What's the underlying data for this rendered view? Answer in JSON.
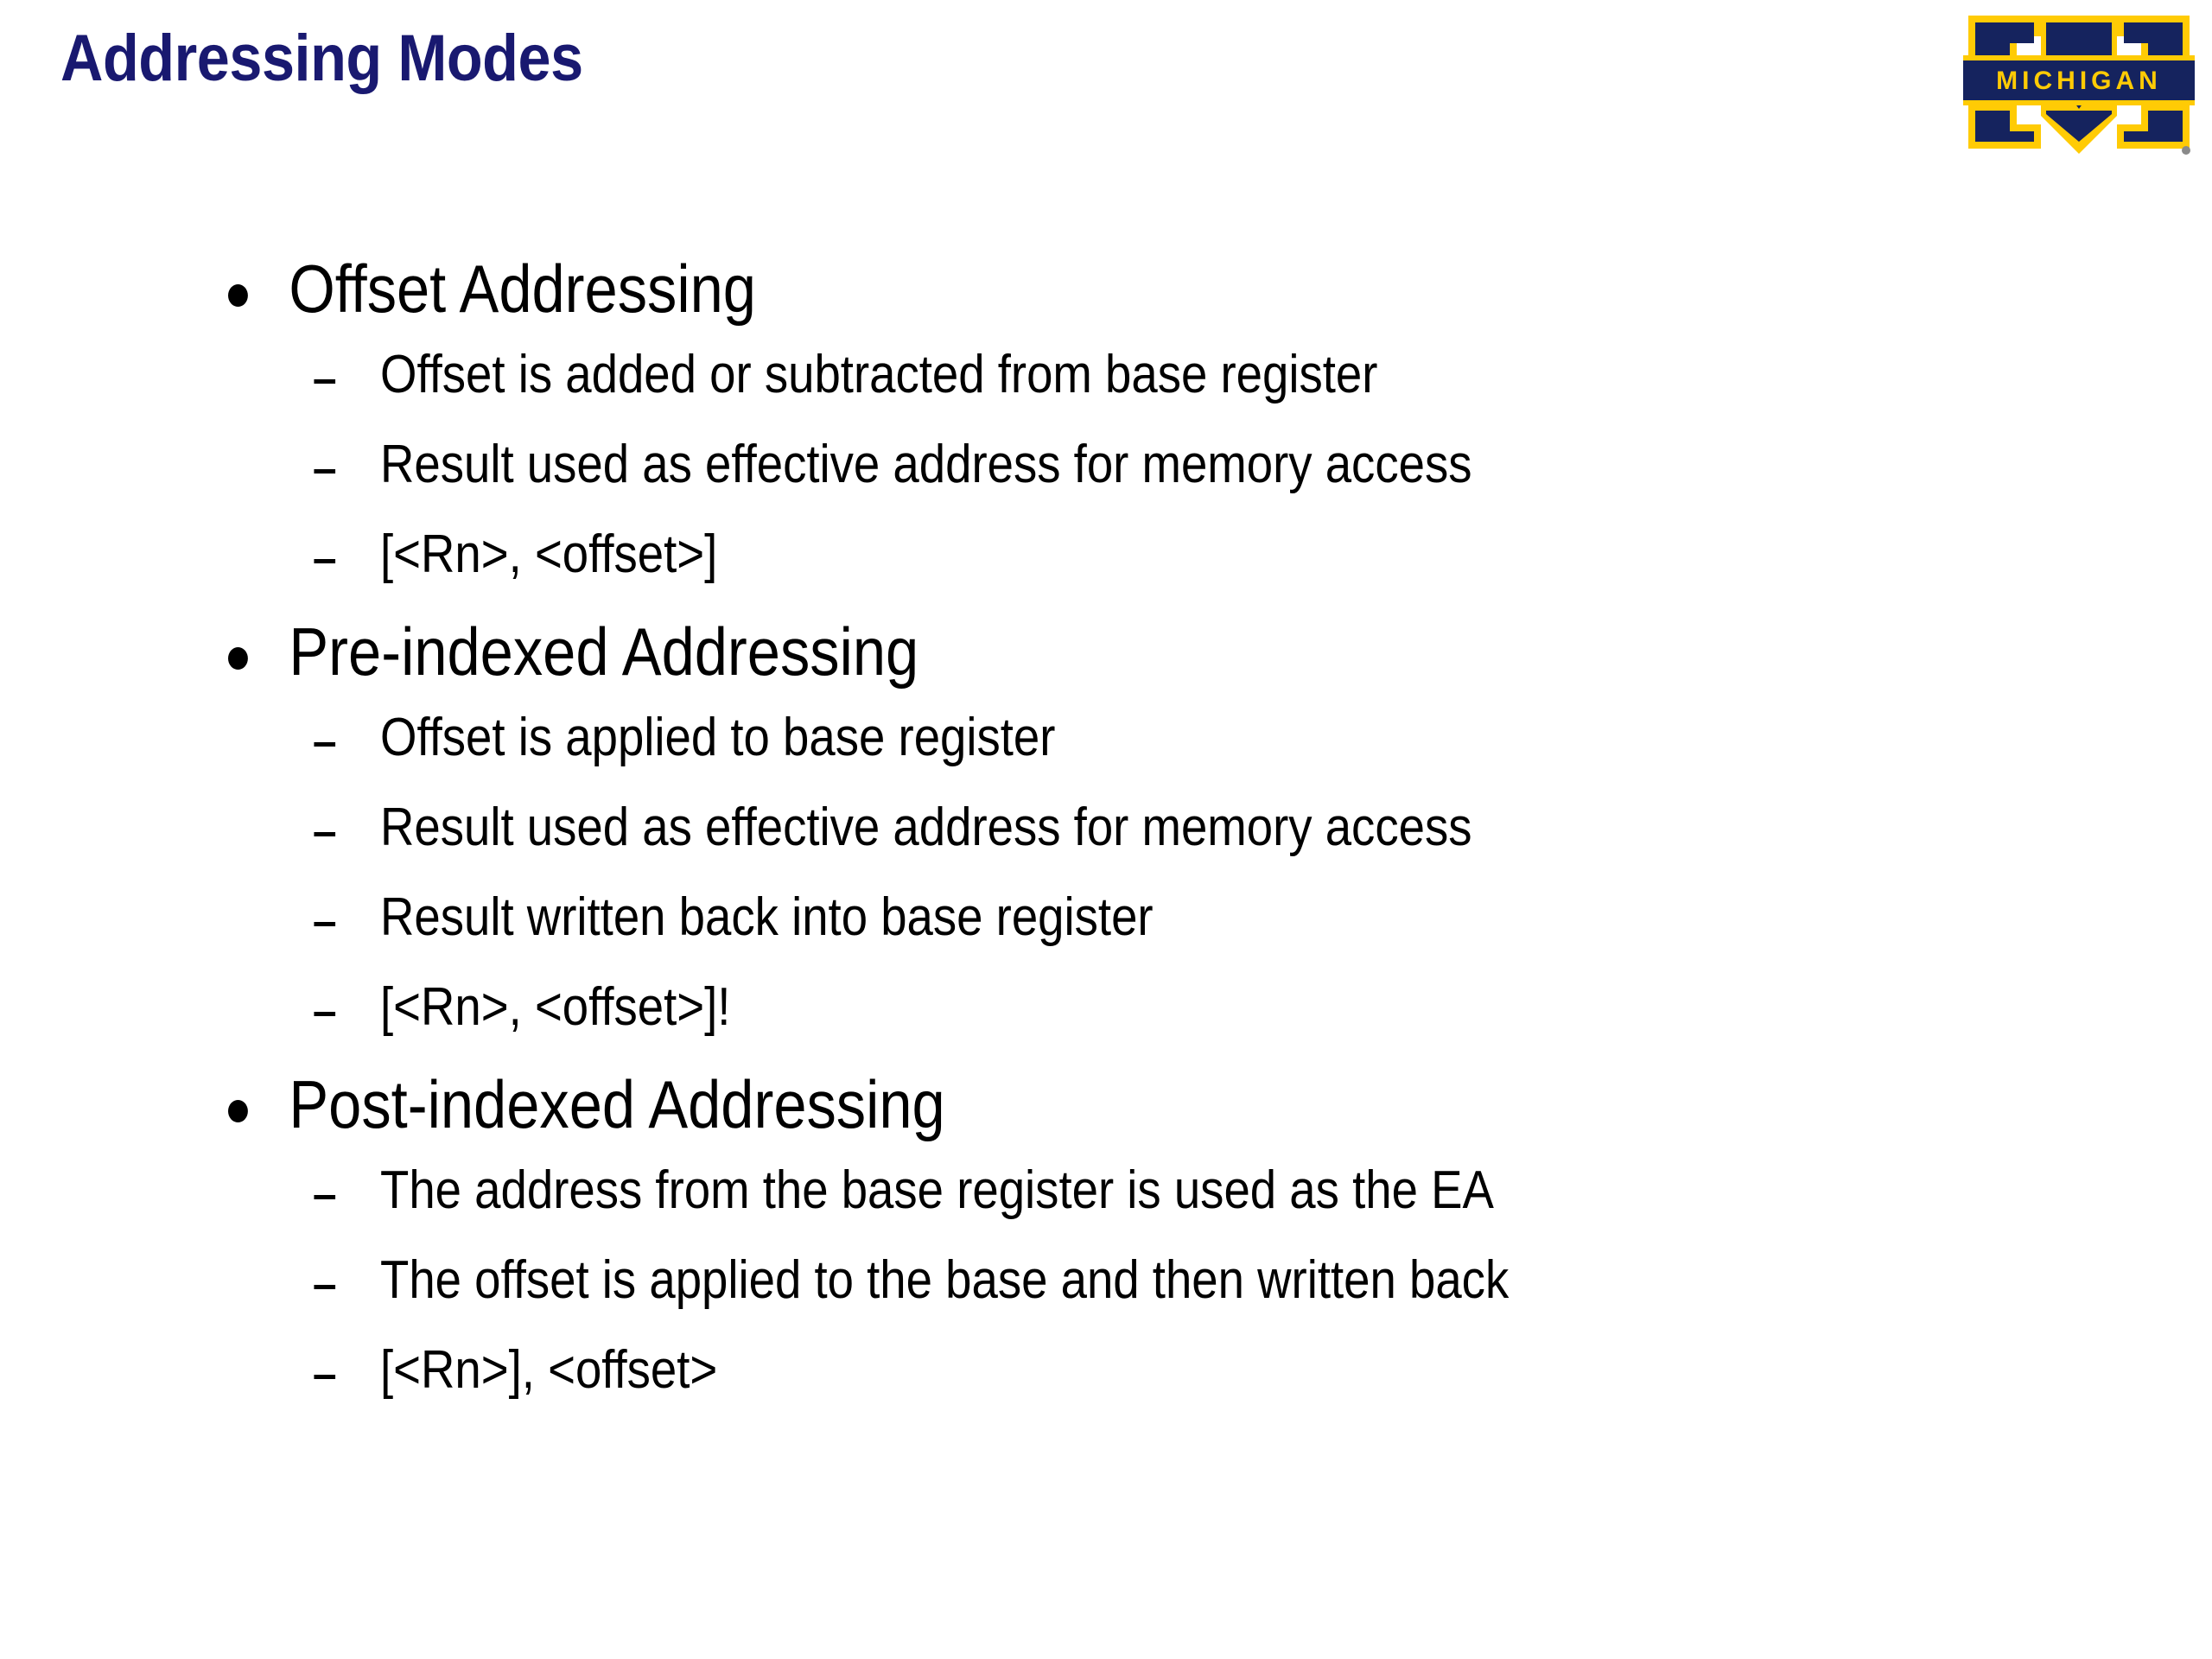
{
  "slide": {
    "title": "Addressing Modes",
    "title_color": "#191970",
    "background_color": "#ffffff",
    "body_text_color": "#000000"
  },
  "logo": {
    "name": "university-of-michigan-block-m",
    "banner_text": "MICHIGAN",
    "navy": "#15235E",
    "maize": "#FFCB05",
    "trademark_mark": "®"
  },
  "content": {
    "groups": [
      {
        "heading": "Offset Addressing",
        "bullet_glyph": "•",
        "items": [
          {
            "dash": "–",
            "text": "Offset is added or subtracted from base register"
          },
          {
            "dash": "–",
            "text": "Result used as effective address for memory access"
          },
          {
            "dash": "–",
            "text": "[<Rn>, <offset>]"
          }
        ]
      },
      {
        "heading": "Pre-indexed Addressing",
        "bullet_glyph": "•",
        "items": [
          {
            "dash": "–",
            "text": "Offset is applied to base register"
          },
          {
            "dash": "–",
            "text": "Result used as effective address for memory access"
          },
          {
            "dash": "–",
            "text": "Result written back into base register"
          },
          {
            "dash": "–",
            "text": "[<Rn>, <offset>]!"
          }
        ]
      },
      {
        "heading": "Post-indexed Addressing",
        "bullet_glyph": "•",
        "items": [
          {
            "dash": "–",
            "text": "The address from the base register is used as the EA"
          },
          {
            "dash": "–",
            "text": "The offset is applied to the base and then written back"
          },
          {
            "dash": "–",
            "text": "[<Rn>], <offset>"
          }
        ]
      }
    ]
  }
}
